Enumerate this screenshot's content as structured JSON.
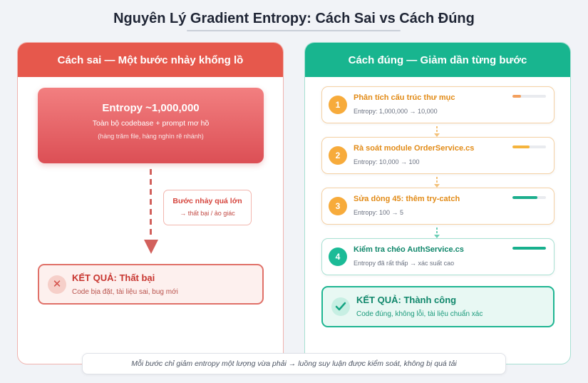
{
  "title": "Nguyên Lý Gradient Entropy: Cách Sai vs Cách Đúng",
  "colors": {
    "wrong_accent": "#e6584c",
    "right_accent": "#18b58f",
    "step_orange": "#f7ab3b",
    "step_teal": "#1bbb97"
  },
  "wrong": {
    "header": "Cách sai — Một bước nhảy khổng lồ",
    "entropy_title": "Entropy ~1,000,000",
    "entropy_sub": "Toàn bộ codebase + prompt mơ hồ",
    "entropy_note": "(hàng trăm file, hàng nghìn rẽ nhánh)",
    "jump_title": "Bước nhảy quá lớn",
    "jump_sub": "→ thất bại / ảo giác",
    "result_icon": "x-icon",
    "result_title": "KẾT QUẢ: Thất bại",
    "result_sub": "Code bịa đặt, tài liệu sai, bug mới"
  },
  "right": {
    "header": "Cách đúng — Giảm dần từng bước",
    "steps": [
      {
        "num": "1",
        "title": "Phân tích cấu trúc thư mục",
        "sub": "Entropy: 1,000,000 → 10,000",
        "progress": 0.25,
        "progress_color": "#f3a05e"
      },
      {
        "num": "2",
        "title": "Rà soát module OrderService.cs",
        "sub": "Entropy: 10,000 → 100",
        "progress": 0.5,
        "progress_color": "#f5b43c"
      },
      {
        "num": "3",
        "title": "Sửa dòng 45: thêm try-catch",
        "sub": "Entropy: 100 → 5",
        "progress": 0.75,
        "progress_color": "#1cae8d"
      },
      {
        "num": "4",
        "title": "Kiểm tra chéo AuthService.cs",
        "sub": "Entropy đã rất thấp → xác suất cao",
        "progress": 1.0,
        "progress_color": "#17b08d"
      }
    ],
    "result_icon": "check-icon",
    "result_title": "KẾT QUẢ: Thành công",
    "result_sub": "Code đúng, không lỗi, tài liệu chuẩn xác"
  },
  "footer": "Mỗi bước chỉ giảm entropy một lượng vừa phải → luồng suy luận được kiểm soát, không bị quá tải"
}
